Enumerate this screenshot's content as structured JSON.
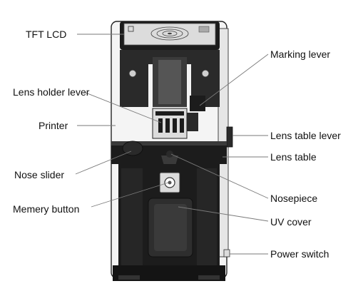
{
  "labels": {
    "tft_lcd": "TFT  LCD",
    "marking_lever": "Marking lever",
    "lens_holder_lever": "Lens holder lever",
    "printer": "Printer",
    "lens_table_lever": "Lens table lever",
    "lens_table": "Lens table",
    "nose_slider": "Nose slider",
    "nosepiece": "Nosepiece",
    "memery_button": "Memery button",
    "uv_cover": "UV cover",
    "power_switch": "Power switch"
  },
  "colors": {
    "device_dark": "#1c1c1c",
    "device_mid": "#3a3a3a",
    "device_light": "#dcdcdc",
    "body_white": "#f4f4f4",
    "leader_line": "#7a7a7a"
  }
}
